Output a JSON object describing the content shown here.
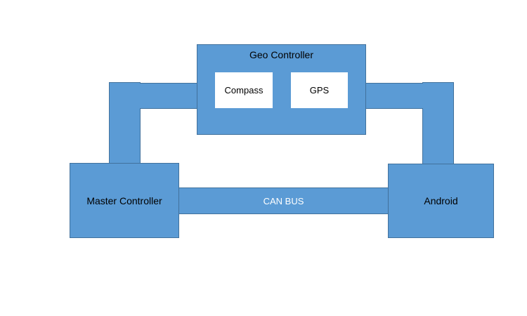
{
  "diagram": {
    "geo_controller": {
      "label": "Geo Controller"
    },
    "compass": {
      "label": "Compass"
    },
    "gps": {
      "label": "GPS"
    },
    "master_controller": {
      "label": "Master Controller"
    },
    "android": {
      "label": "Android"
    },
    "can_bus": {
      "label": "CAN BUS"
    }
  },
  "colors": {
    "block_fill": "#5b9bd5",
    "block_border": "#41719c",
    "inner_fill": "#ffffff",
    "text": "#000000",
    "bus_text": "#ffffff"
  }
}
